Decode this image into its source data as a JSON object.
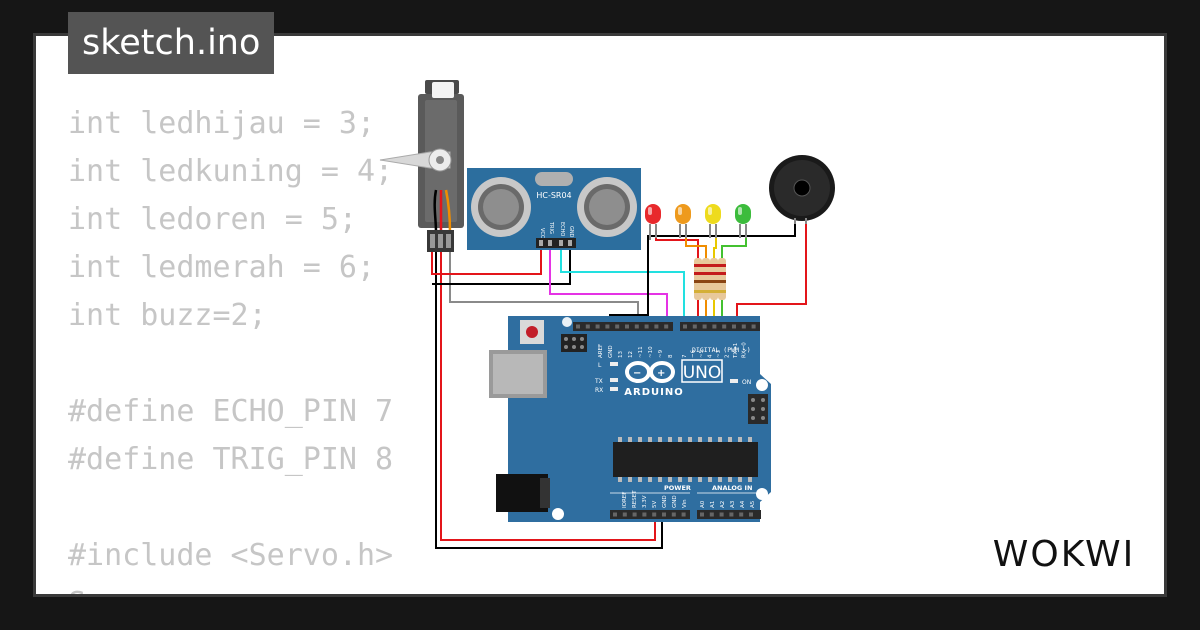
{
  "project": {
    "file_name": "sketch.ino"
  },
  "code_lines": [
    "int ledhijau = 3;",
    "int ledkuning = 4;",
    "int ledoren = 5;",
    "int ledmerah = 6;",
    "int buzz=2;",
    "",
    "#define ECHO_PIN 7",
    "#define TRIG_PIN 8",
    "",
    "#include <Servo.h>",
    "Servo myservo;"
  ],
  "sensor": {
    "model": "HC-SR04",
    "pins": [
      "VCC",
      "TRIG",
      "ECHO",
      "GND"
    ]
  },
  "board": {
    "model": "UNO",
    "brand": "ARDUINO",
    "on_label": "ON",
    "led_labels": [
      "L",
      "TX",
      "RX"
    ],
    "digital_label": "DIGITAL (PWM ~)",
    "digital_pins": [
      "AREF",
      "GND",
      "13",
      "12",
      "~11",
      "~10",
      "~9",
      "8",
      "7",
      "~6",
      "~5",
      "4",
      "~3",
      "2",
      "TX→1",
      "RX←0"
    ],
    "power_label": "POWER",
    "power_pins": [
      "IOREF",
      "RESET",
      "3.3V",
      "5V",
      "GND",
      "GND",
      "Vin"
    ],
    "analog_label": "ANALOG IN",
    "analog_pins": [
      "A0",
      "A1",
      "A2",
      "A3",
      "A4",
      "A5"
    ]
  },
  "leds": [
    {
      "color": "red",
      "hex": "#e8292c"
    },
    {
      "color": "orange",
      "hex": "#ee9a1d"
    },
    {
      "color": "yellow",
      "hex": "#eedb1d"
    },
    {
      "color": "green",
      "hex": "#3cbc3c"
    }
  ],
  "brand": {
    "name": "WOKWI"
  },
  "colors": {
    "board": "#2f6ea0",
    "sensor_board": "#2c6e9e",
    "wire_red": "#e3151a",
    "wire_black": "#000000",
    "wire_gray": "#8a8a8a",
    "wire_magenta": "#e533e5",
    "wire_cyan": "#22e0e0",
    "wire_green": "#44c130",
    "wire_yellow": "#e8c800",
    "wire_orange": "#f08d00"
  }
}
